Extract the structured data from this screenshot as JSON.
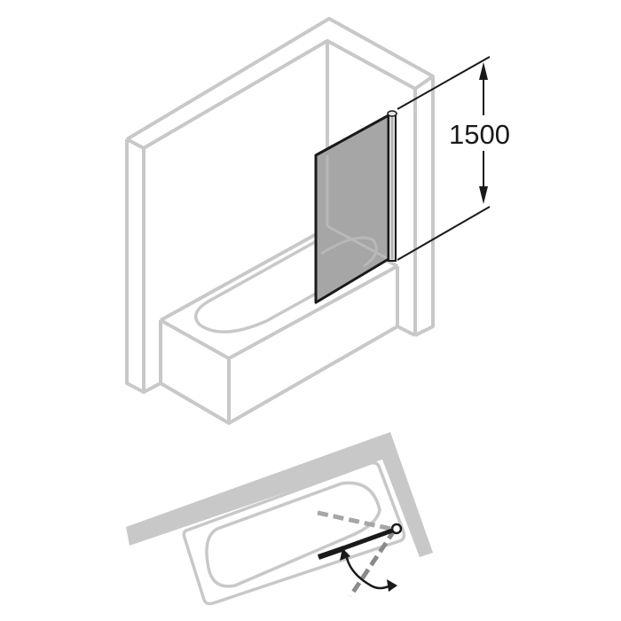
{
  "diagram": {
    "title": "Bath screen single panel installation drawing",
    "dimension": {
      "label": "1500",
      "meaning": "panel height"
    },
    "views": [
      {
        "name": "isometric-view",
        "description": "Bathtub in wall corner with hinged glass screen panel"
      },
      {
        "name": "plan-view",
        "description": "Top view showing screen swing range"
      }
    ],
    "colors": {
      "outline": "#c8c8c8",
      "wall_fill": "#c8c8c8",
      "glass": "#a6a6a6",
      "frame": "#1a1a1a",
      "dashed": "#a6a6a6"
    }
  }
}
